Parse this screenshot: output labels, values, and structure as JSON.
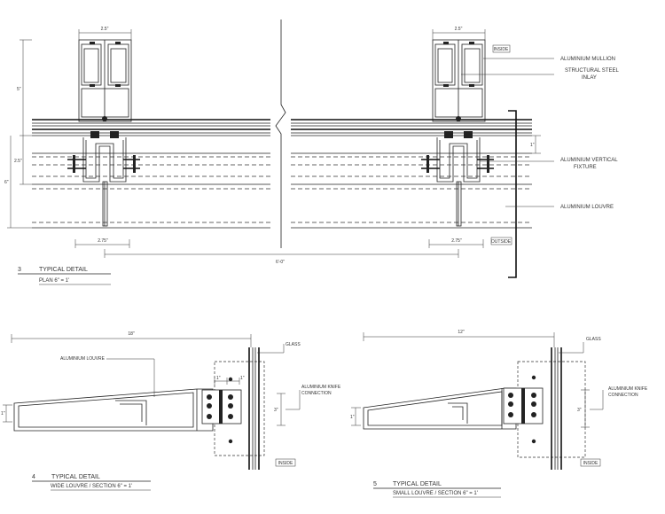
{
  "plan": {
    "dim_mullion_width_left": "2.5\"",
    "dim_mullion_width_right": "2.5\"",
    "dim_left_5": "5\"",
    "dim_left_25": "2.5\"",
    "dim_left_6": "6\"",
    "dim_fixture_offset_left": "2.75\"",
    "dim_fixture_offset_right": "2.75\"",
    "dim_overall": "6'-0\"",
    "dim_1": "1\"",
    "tag_inside": "INSIDE",
    "tag_outside": "OUTSIDE",
    "label_mullion": "ALUMINIUM MULLION",
    "label_steel_1": "STRUCTURAL STEEL",
    "label_steel_2": "INLAY",
    "label_fixture_1": "ALUMINIUM VERTICAL",
    "label_fixture_2": "FIXTURE",
    "label_louvre": "ALUMINIUM LOUVRE",
    "title_number": "3",
    "title_main": "TYPICAL DETAIL",
    "title_sub": "PLAN   6\" = 1'"
  },
  "wide": {
    "dim_overall": "18\"",
    "label_louvre": "ALUMINIUM LOUVRE",
    "label_glass": "GLASS",
    "label_knife_1": "ALUMINIUM KNIFE",
    "label_knife_2": "CONNECTION",
    "dim_a": "1\"",
    "dim_b": "1\"",
    "dim_c": "3\"",
    "dim_d": "1\"",
    "tag_inside": "INSIDE",
    "title_number": "4",
    "title_main": "TYPICAL DETAIL",
    "title_sub": "WIDE LOUVRE / SECTION   6\" = 1'"
  },
  "small": {
    "dim_overall": "12\"",
    "label_glass": "GLASS",
    "label_knife_1": "ALUMINIUM KNIFE",
    "label_knife_2": "CONNECTION",
    "dim_c": "3\"",
    "dim_d": "1\"",
    "tag_inside": "INSIDE",
    "title_number": "5",
    "title_main": "TYPICAL DETAIL",
    "title_sub": "SMALL LOUVRE / SECTION   6\" = 1'"
  }
}
